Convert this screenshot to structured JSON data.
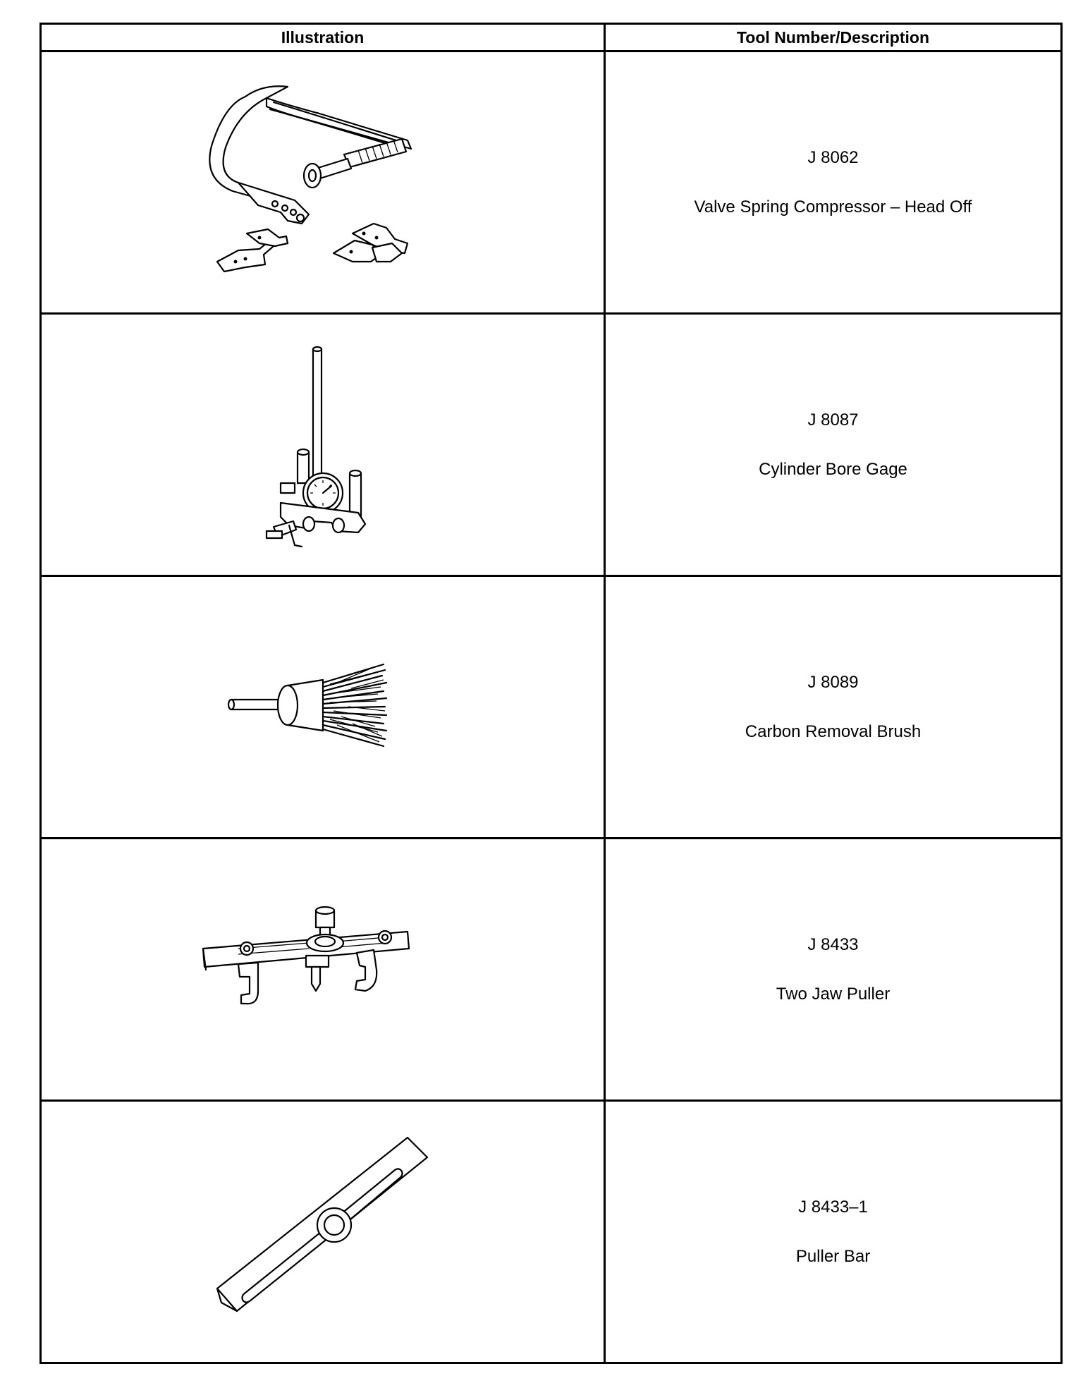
{
  "table": {
    "headers": {
      "illustration": "Illustration",
      "tool": "Tool Number/Description"
    },
    "rows": [
      {
        "number": "J 8062",
        "description": "Valve Spring Compressor – Head Off",
        "icon": "valve-spring-compressor-illustration"
      },
      {
        "number": "J 8087",
        "description": "Cylinder Bore Gage",
        "icon": "cylinder-bore-gage-illustration"
      },
      {
        "number": "J 8089",
        "description": "Carbon Removal Brush",
        "icon": "carbon-removal-brush-illustration"
      },
      {
        "number": "J 8433",
        "description": "Two Jaw Puller",
        "icon": "two-jaw-puller-illustration"
      },
      {
        "number": "J 8433–1",
        "description": "Puller Bar",
        "icon": "puller-bar-illustration"
      }
    ]
  }
}
